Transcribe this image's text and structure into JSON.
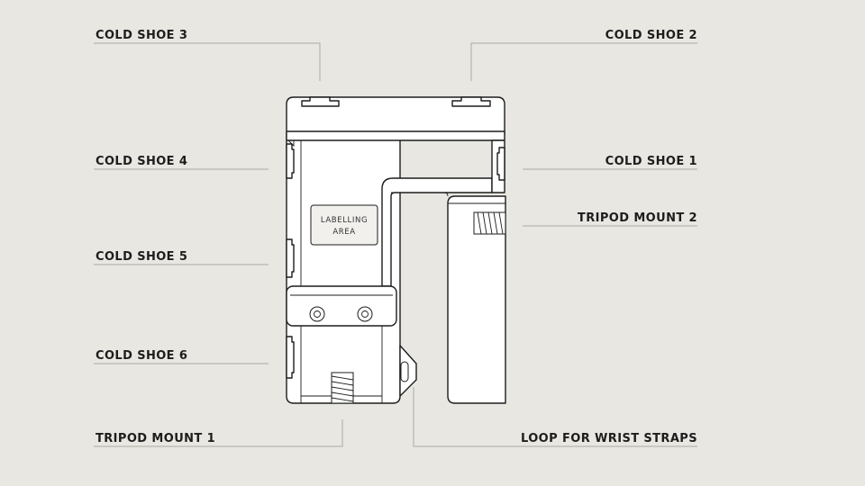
{
  "callouts": {
    "cold_shoe_3": "COLD SHOE 3",
    "cold_shoe_2": "COLD SHOE 2",
    "cold_shoe_4": "COLD SHOE 4",
    "cold_shoe_1": "COLD SHOE 1",
    "tripod_mount_2": "TRIPOD MOUNT 2",
    "cold_shoe_5": "COLD SHOE 5",
    "cold_shoe_6": "COLD SHOE 6",
    "tripod_mount_1": "TRIPOD MOUNT 1",
    "loop_wrist_straps": "LOOP FOR WRIST STRAPS"
  },
  "labelling_area": {
    "line1": "LABELLING",
    "line2": "AREA"
  },
  "colors": {
    "background": "#e9e7e2",
    "ink": "#1d1d1d",
    "leader": "#a9a8a4"
  }
}
